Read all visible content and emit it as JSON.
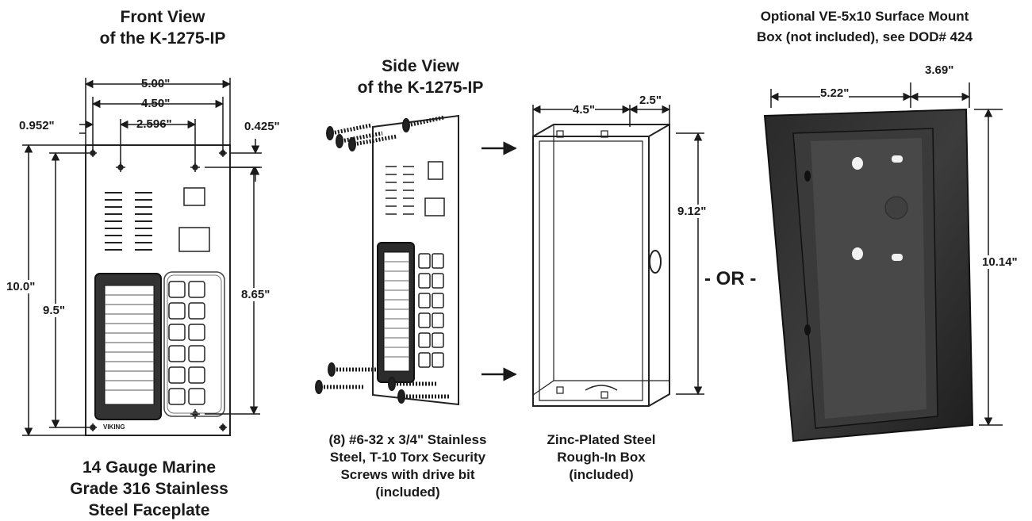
{
  "front": {
    "title": [
      "Front View",
      "of the K-1275-IP"
    ],
    "dims": {
      "width_outer": "5.00\"",
      "width_holes": "4.50\"",
      "inset_left": "0.952\"",
      "width_inner_holes": "2.596\"",
      "inset_top": "0.425\"",
      "height_outer": "10.0\"",
      "height_holes": "9.5\"",
      "height_inner": "8.65\""
    },
    "brand": "VIKING",
    "caption": [
      "14 Gauge Marine",
      "Grade 316 Stainless",
      "Steel Faceplate"
    ]
  },
  "side": {
    "title": [
      "Side View",
      "of the K-1275-IP"
    ],
    "caption": [
      "(8) #6-32 x 3/4\" Stainless",
      "Steel, T-10 Torx Security",
      "Screws with drive bit",
      "(included)"
    ]
  },
  "box": {
    "dims": {
      "width": "4.5\"",
      "depth": "2.5\"",
      "height": "9.12\""
    },
    "caption": [
      "Zinc-Plated Steel",
      "Rough-In Box",
      "(included)"
    ]
  },
  "separator": "- OR -",
  "surface": {
    "title": [
      "Optional VE-5x10 Surface Mount",
      "Box (not included), see DOD# 424"
    ],
    "dims": {
      "width": "5.22\"",
      "depth": "3.69\"",
      "height": "10.14\""
    }
  }
}
